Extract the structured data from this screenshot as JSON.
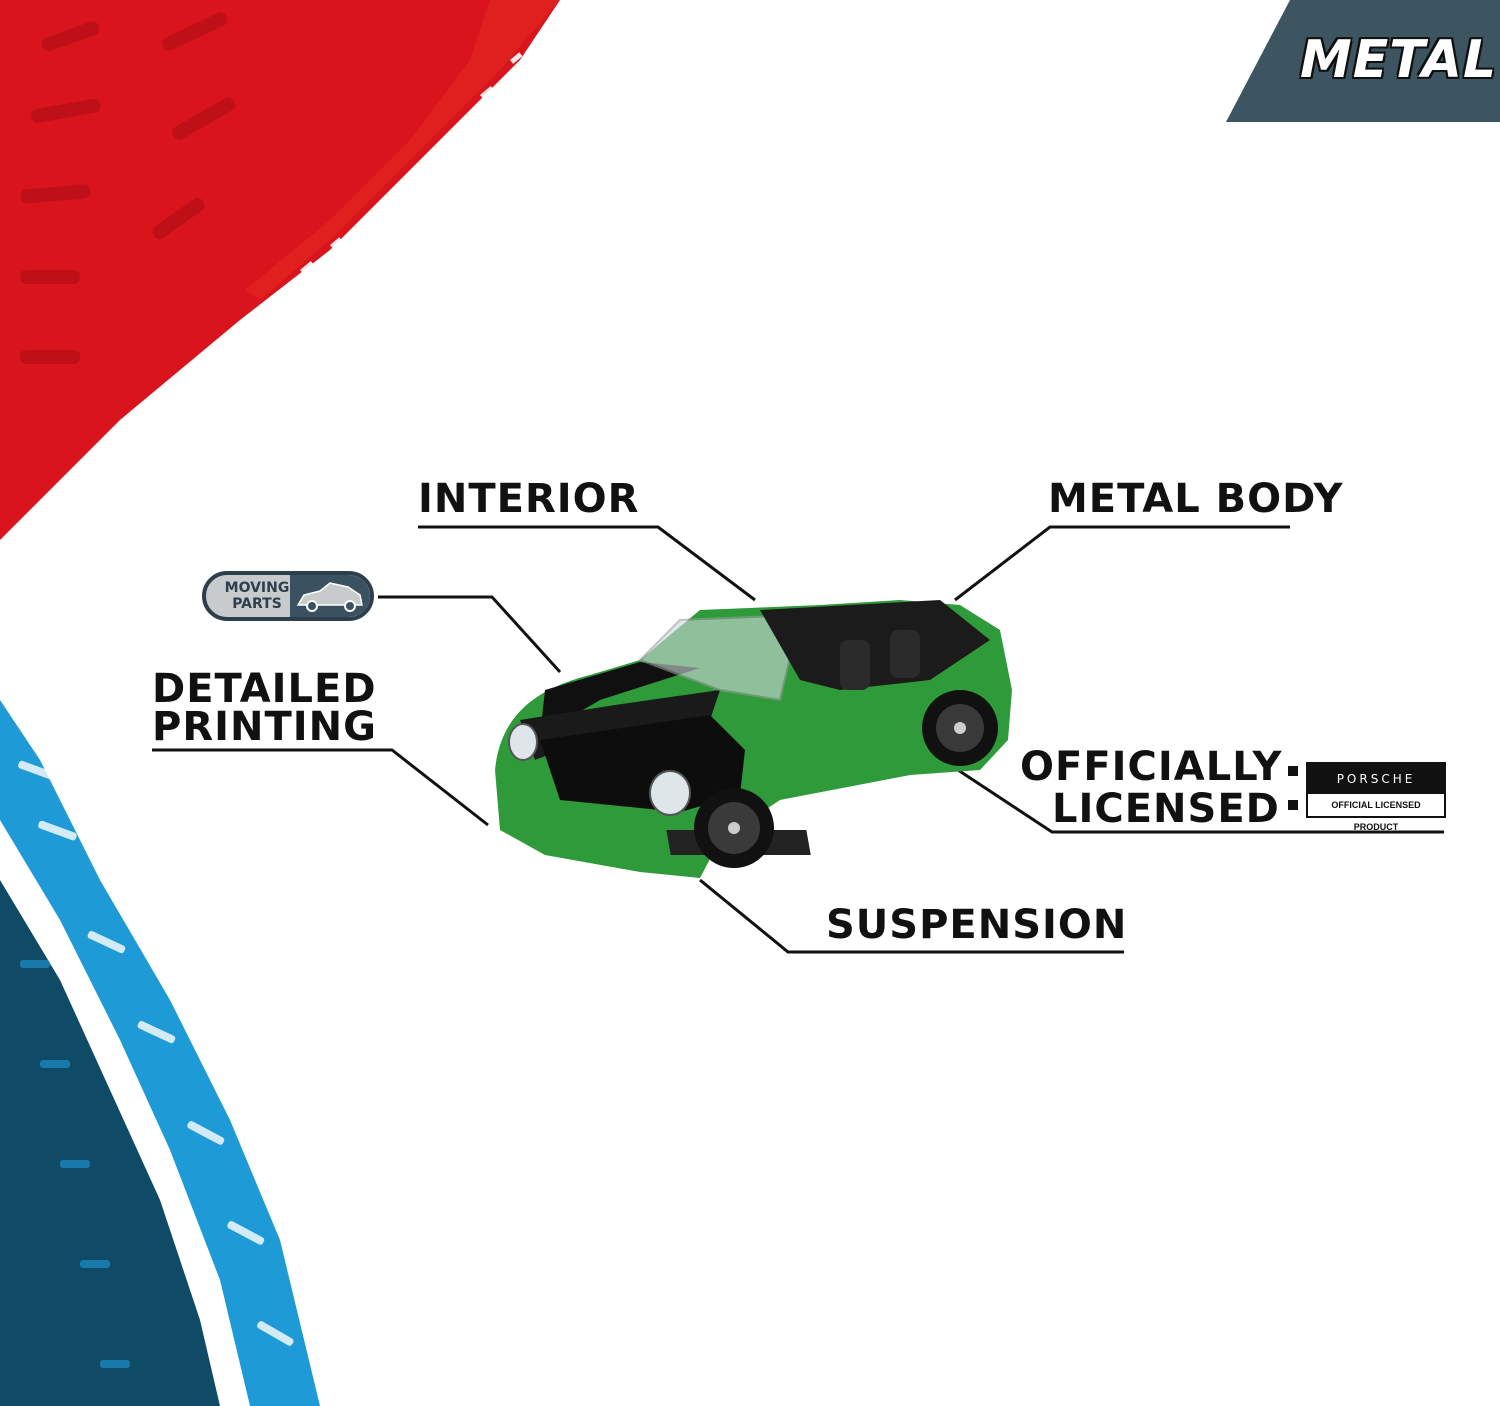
{
  "badge": {
    "text": "METAL",
    "color": "#3c5560"
  },
  "features": {
    "interior": "INTERIOR",
    "metal_body": "METAL BODY",
    "detailed_printing_line1": "DETAILED",
    "detailed_printing_line2": "PRINTING",
    "officially_licensed_line1": "OFFICIALLY",
    "officially_licensed_line2": "LICENSED",
    "suspension": "SUSPENSION"
  },
  "moving_parts": {
    "line1": "MOVING",
    "line2": "PARTS",
    "icon": "car-hood-open-icon"
  },
  "license": {
    "brand": "PORSCHE",
    "caption": "OFFICIAL LICENSED PRODUCT"
  },
  "colors": {
    "red": "#d9141c",
    "blue": "#1e9bd7",
    "navy": "#0f4a66",
    "car_green": "#2f9a3a",
    "badge": "#3c5560"
  }
}
